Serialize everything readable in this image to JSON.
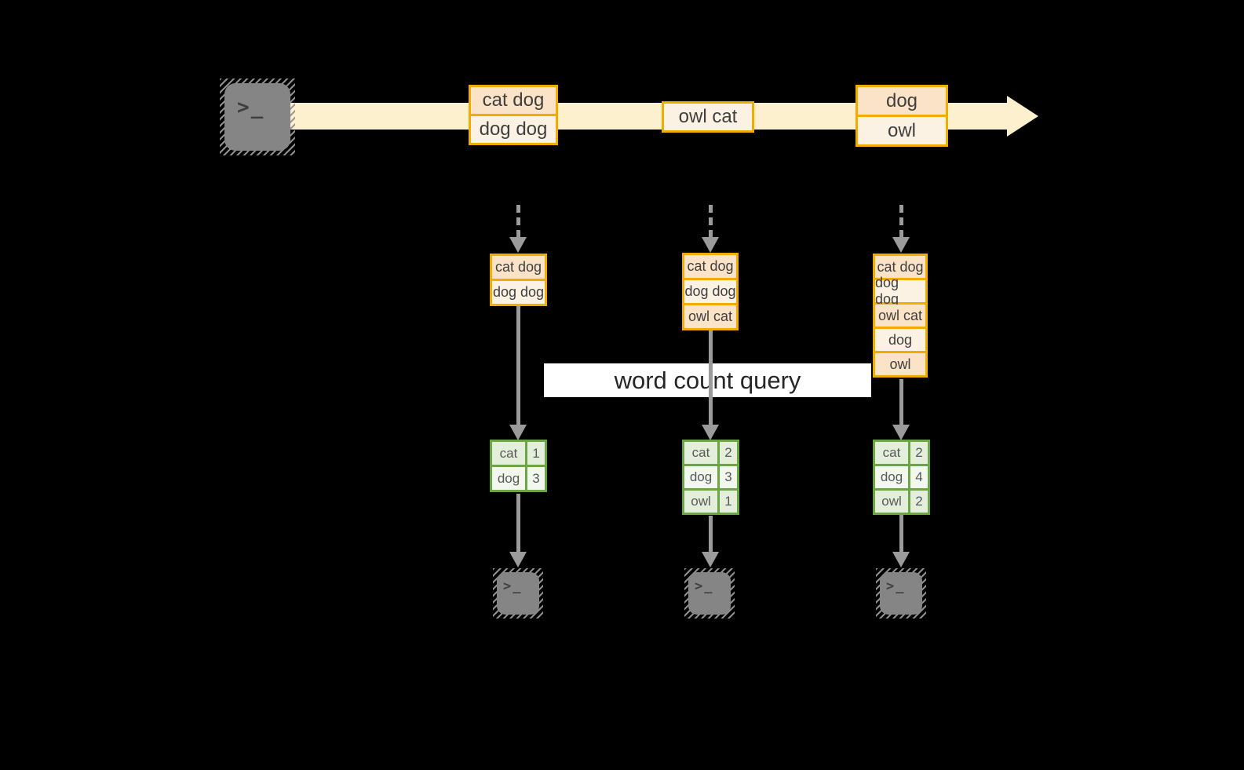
{
  "theme": {
    "bg": "#000000",
    "stream_fill": "#FDF0CE",
    "box_border": "#F0AD00",
    "box_fill_dark": "#FAE3C6",
    "box_fill_light": "#FCF2E4",
    "table_border": "#6CA644",
    "table_fill_dark": "#E3EFDA",
    "table_fill_light": "#F3F8EF",
    "arrow_gray": "#9B9B9B",
    "terminal_gray": "#858585"
  },
  "diagram": {
    "query_label": "word count query",
    "terminal_prompt": ">_",
    "stream_batches": [
      {
        "lines": [
          "cat dog",
          "dog dog"
        ]
      },
      {
        "lines": [
          "owl cat"
        ]
      },
      {
        "lines": [
          "dog",
          "owl"
        ]
      }
    ],
    "columns": [
      {
        "input_lines": [
          "cat dog",
          "dog dog"
        ],
        "counts": [
          {
            "word": "cat",
            "count": "1"
          },
          {
            "word": "dog",
            "count": "3"
          }
        ]
      },
      {
        "input_lines": [
          "cat dog",
          "dog dog",
          "owl cat"
        ],
        "counts": [
          {
            "word": "cat",
            "count": "2"
          },
          {
            "word": "dog",
            "count": "3"
          },
          {
            "word": "owl",
            "count": "1"
          }
        ]
      },
      {
        "input_lines": [
          "cat dog",
          "dog dog",
          "owl cat",
          "dog",
          "owl"
        ],
        "counts": [
          {
            "word": "cat",
            "count": "2"
          },
          {
            "word": "dog",
            "count": "4"
          },
          {
            "word": "owl",
            "count": "2"
          }
        ]
      }
    ]
  }
}
